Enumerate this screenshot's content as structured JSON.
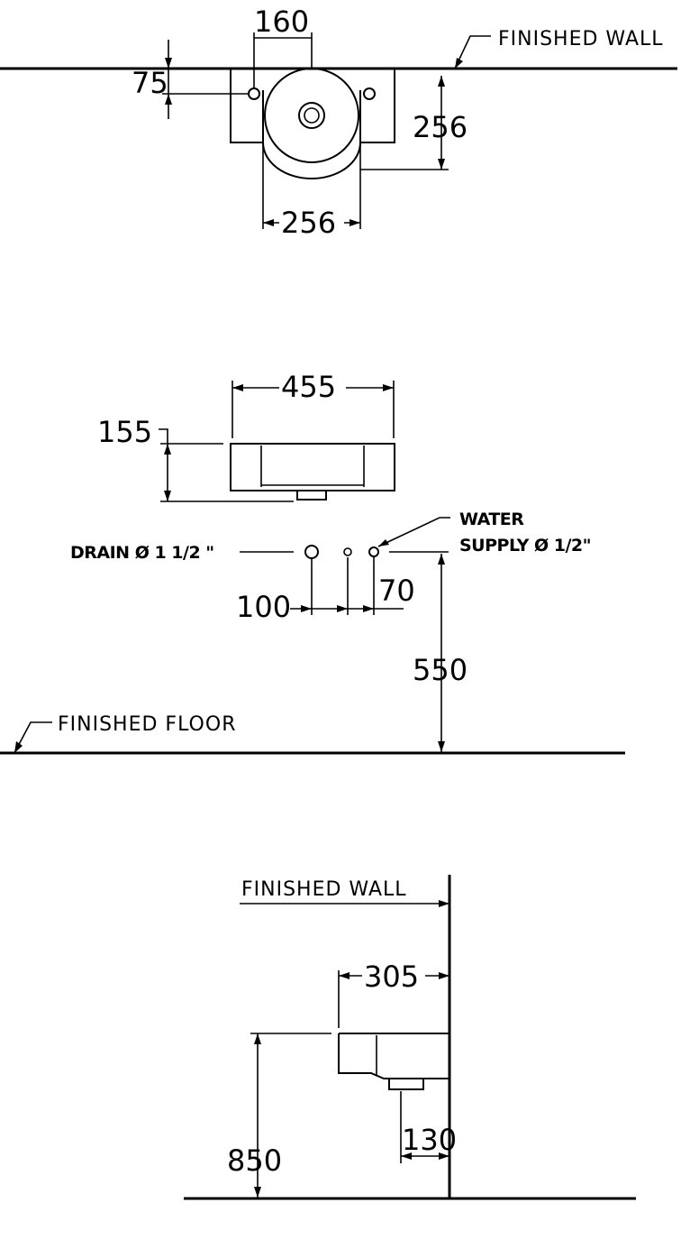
{
  "top_view": {
    "wall_label": "FINISHED  WALL",
    "dim_hole_spacing": "160",
    "dim_hole_offset": "75",
    "dim_depth": "256",
    "dim_width": "256"
  },
  "front_view": {
    "dim_width": "455",
    "dim_height": "155",
    "drain_label": "DRAIN Ø 1 1/2 \"",
    "supply_label_1": "WATER",
    "supply_label_2": "SUPPLY Ø 1/2\"",
    "dim_drain_offset": "100",
    "dim_supply_offset": "70",
    "dim_height_floor": "550",
    "floor_label": "FINISHED  FLOOR"
  },
  "side_view": {
    "wall_label": "FINISHED  WALL",
    "dim_projection": "305",
    "dim_drain_wall": "130",
    "dim_rim_height": "850"
  }
}
